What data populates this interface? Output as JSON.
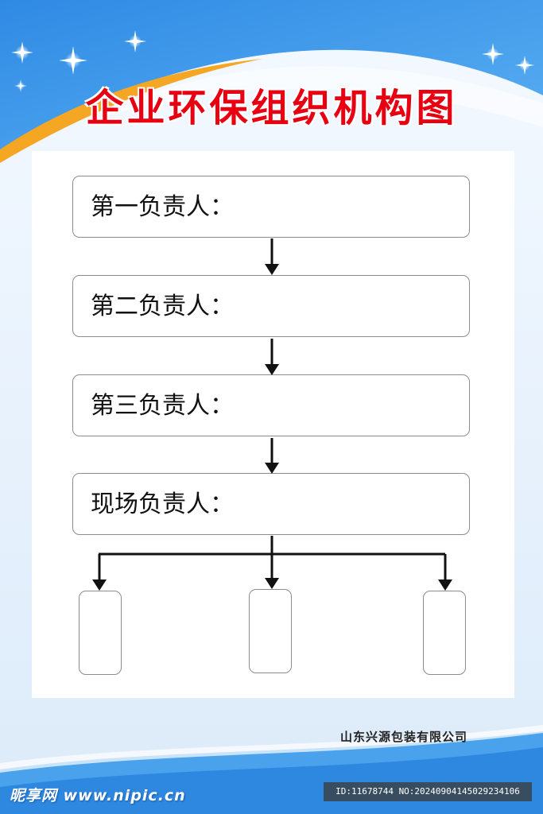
{
  "title": "企业环保组织机构图",
  "nodes": [
    {
      "label": "第一负责人："
    },
    {
      "label": "第二负责人："
    },
    {
      "label": "第三负责人："
    },
    {
      "label": "现场负责人："
    }
  ],
  "leaf_count": 3,
  "company": "山东兴源包装有限公司",
  "watermark": {
    "logo": "昵享网 www.nipic.cn",
    "id": "ID:11678744 NO:20240904145029234106"
  },
  "colors": {
    "title": "#e60012",
    "background_blue": "#3d95e8",
    "accent_orange": "#f5a623",
    "panel": "#ffffff",
    "border": "#8c8c8c",
    "line": "#111111"
  }
}
